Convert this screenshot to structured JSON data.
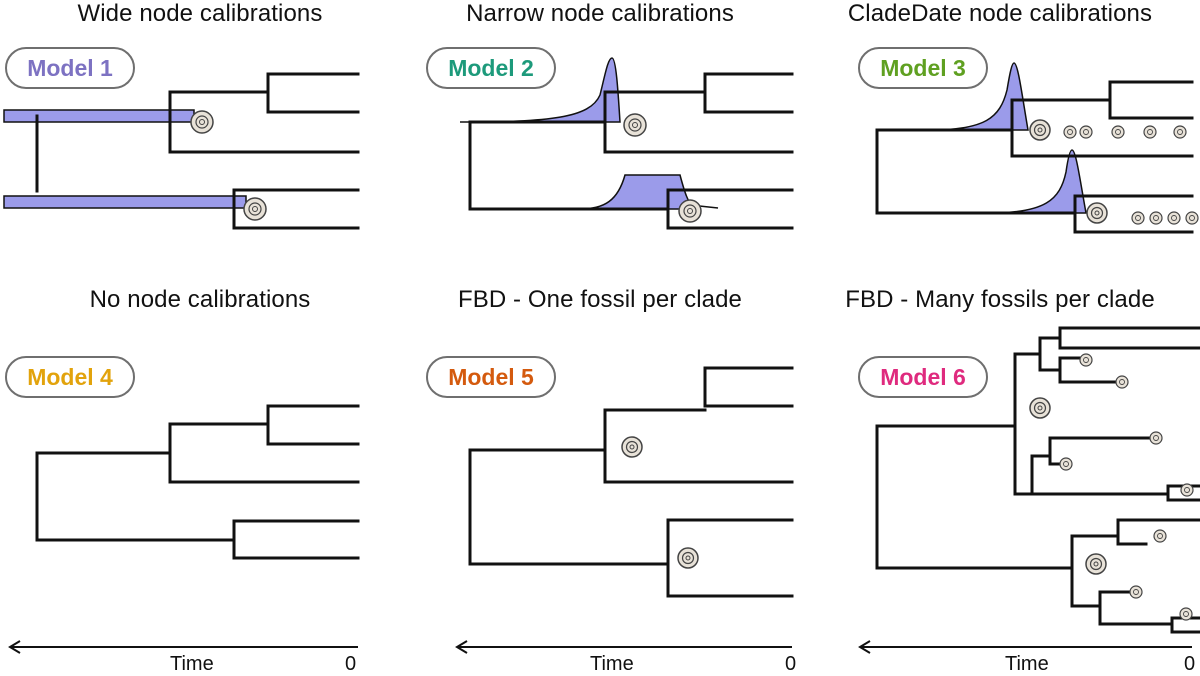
{
  "colors": {
    "calibration_fill": "#9b9bea",
    "branch": "#111111",
    "badge_border": "#6f6f6f",
    "fossil_fill": "#e8e2d8",
    "fossil_stroke": "#444444"
  },
  "panels": [
    {
      "title": "Wide node calibrations",
      "model": "Model 1",
      "model_color": "#7d72c2"
    },
    {
      "title": "Narrow node calibrations",
      "model": "Model 2",
      "model_color": "#1d9a7b"
    },
    {
      "title": "CladeDate node calibrations",
      "model": "Model 3",
      "model_color": "#5fa021"
    },
    {
      "title": "No node calibrations",
      "model": "Model 4",
      "model_color": "#e2a30c"
    },
    {
      "title": "FBD - One fossil per clade",
      "model": "Model 5",
      "model_color": "#d45a0e"
    },
    {
      "title": "FBD - Many fossils per clade",
      "model": "Model 6",
      "model_color": "#df2a7e"
    }
  ],
  "axis": {
    "label": "Time",
    "zero": "0"
  }
}
